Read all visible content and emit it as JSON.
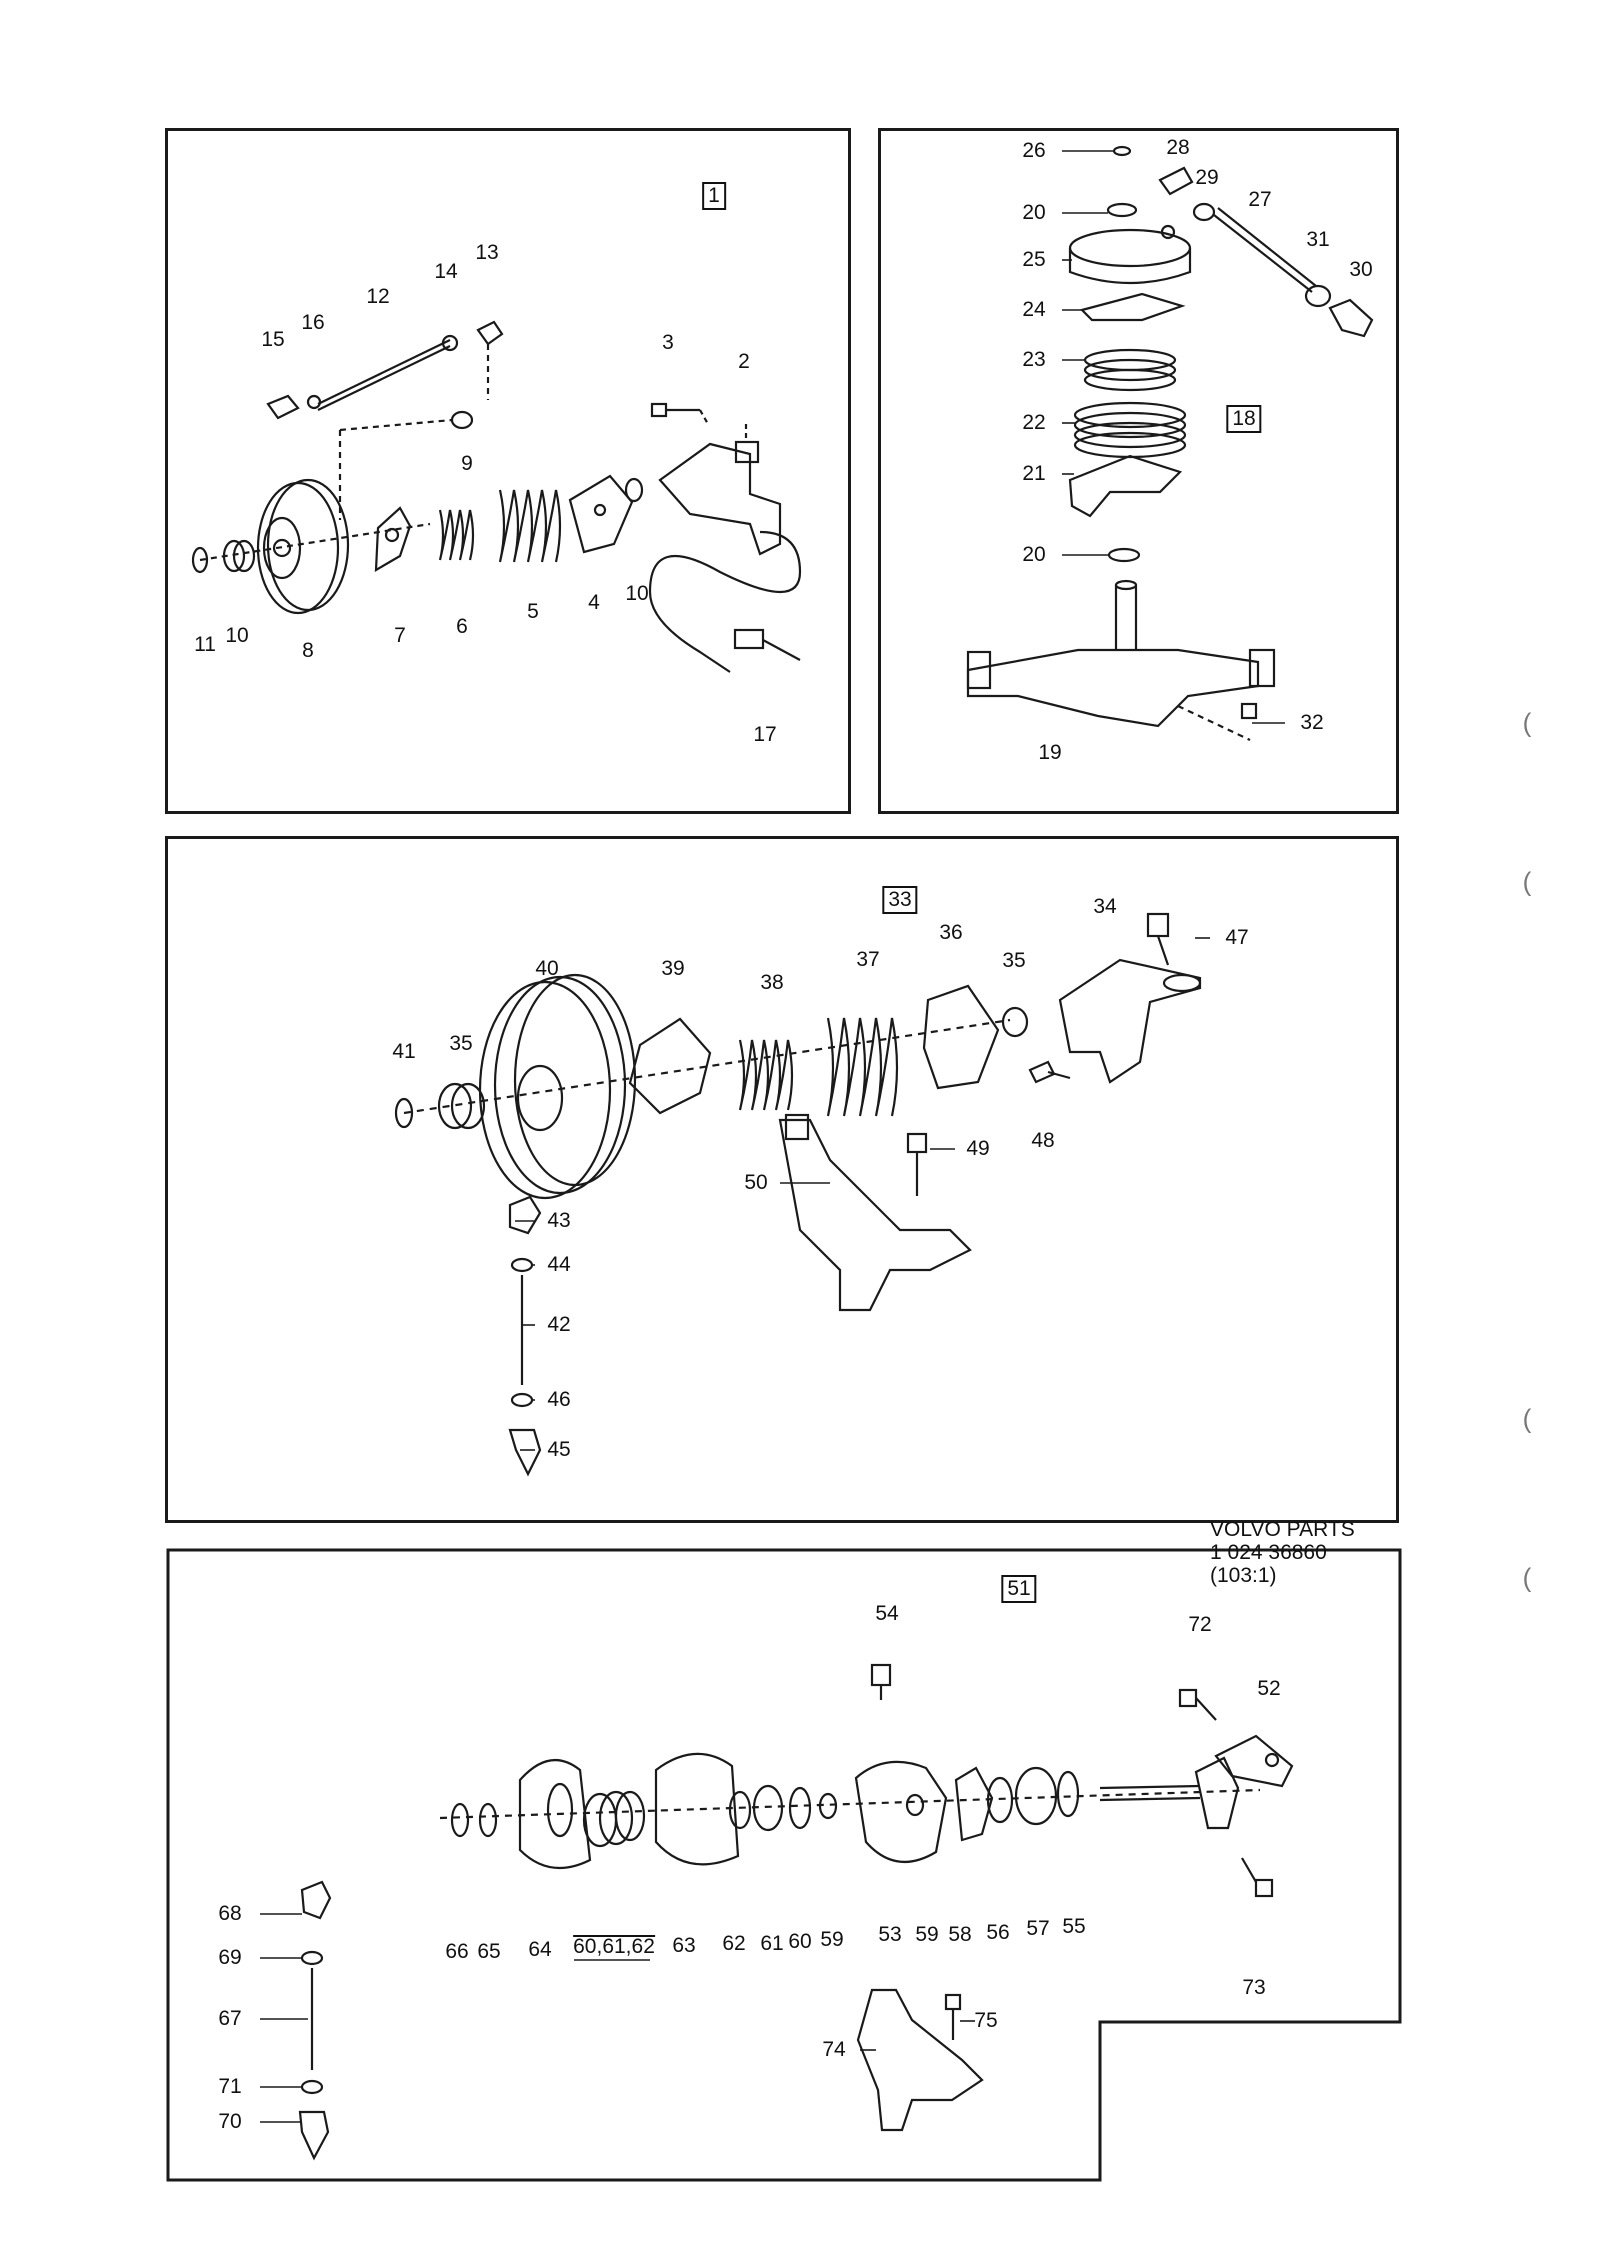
{
  "groups": {
    "g1": "1",
    "g18": "18",
    "g33": "33",
    "g51": "51"
  },
  "labels": {
    "p1": [
      "15",
      "16",
      "12",
      "14",
      "13",
      "3",
      "2",
      "9",
      "11",
      "10",
      "8",
      "7",
      "6",
      "5",
      "4",
      "10",
      "17"
    ],
    "p18": [
      "26",
      "28",
      "29",
      "27",
      "20",
      "31",
      "30",
      "25",
      "24",
      "23",
      "22",
      "21",
      "20",
      "32",
      "19"
    ],
    "p33": [
      "34",
      "47",
      "36",
      "35",
      "37",
      "38",
      "39",
      "40",
      "41",
      "35",
      "48",
      "49",
      "50",
      "43",
      "44",
      "42",
      "46",
      "45"
    ],
    "p51": [
      "54",
      "72",
      "52",
      "66",
      "65",
      "64",
      "60,61,62",
      "63",
      "62",
      "61",
      "60",
      "59",
      "53",
      "59",
      "58",
      "56",
      "57",
      "55",
      "73",
      "68",
      "69",
      "67",
      "71",
      "70",
      "75",
      "74"
    ]
  },
  "footer": {
    "line1": "VOLVO PARTS",
    "line2": "1 024  36860",
    "line3": "(103:1)"
  },
  "margin_marks": [
    "(",
    "(",
    "(",
    "("
  ]
}
